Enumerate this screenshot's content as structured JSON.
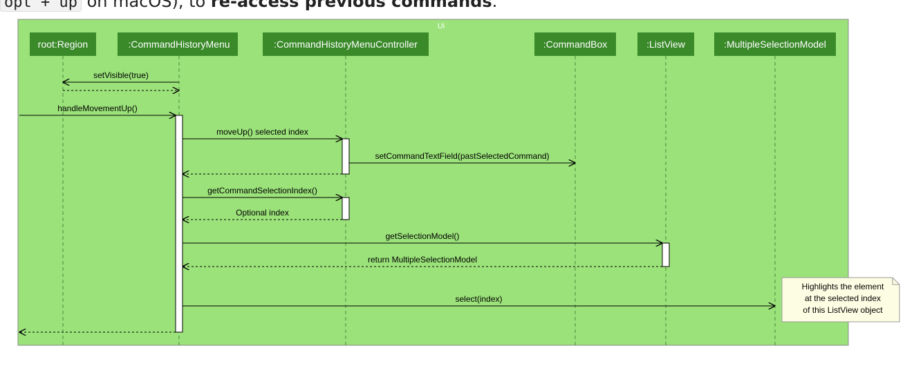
{
  "page_text": {
    "key_chip": "opt + up",
    "middle": " on macOS), to ",
    "emphasis": "re-access previous commands",
    "end": "."
  },
  "diagram": {
    "frame_title": "Ui",
    "participants": [
      {
        "id": "region",
        "label": "root:Region"
      },
      {
        "id": "menu",
        "label": ":CommandHistoryMenu"
      },
      {
        "id": "controller",
        "label": ":CommandHistoryMenuController"
      },
      {
        "id": "commandbox",
        "label": ":CommandBox"
      },
      {
        "id": "listview",
        "label": ":ListView"
      },
      {
        "id": "selmodel",
        "label": ":MultipleSelectionModel"
      }
    ],
    "messages": [
      {
        "from": "menu",
        "to": "region",
        "label": "setVisible(true)",
        "kind": "call"
      },
      {
        "from": "region",
        "to": "menu",
        "label": "",
        "kind": "return"
      },
      {
        "from": "external",
        "to": "menu",
        "label": "handleMovementUp()",
        "kind": "call"
      },
      {
        "from": "menu",
        "to": "controller",
        "label": "moveUp() selected index",
        "kind": "call"
      },
      {
        "from": "controller",
        "to": "commandbox",
        "label": "setCommandTextField(pastSelectedCommand)",
        "kind": "call"
      },
      {
        "from": "controller",
        "to": "menu",
        "label": "",
        "kind": "return"
      },
      {
        "from": "menu",
        "to": "controller",
        "label": "getCommandSelectionIndex()",
        "kind": "call"
      },
      {
        "from": "controller",
        "to": "menu",
        "label": "Optional index",
        "kind": "return"
      },
      {
        "from": "menu",
        "to": "listview",
        "label": "getSelectionModel()",
        "kind": "call"
      },
      {
        "from": "listview",
        "to": "menu",
        "label": "return MultipleSelectionModel",
        "kind": "return"
      },
      {
        "from": "menu",
        "to": "selmodel",
        "label": "select(index)",
        "kind": "call"
      },
      {
        "from": "menu",
        "to": "external",
        "label": "",
        "kind": "return"
      }
    ],
    "note": {
      "attached_to": "selmodel",
      "lines": [
        "Highlights the element",
        "at the selected index",
        "of this ListView object"
      ]
    },
    "colors": {
      "frame_fill": "#9be27a",
      "frame_border": "#8a8a8a",
      "participant_fill": "#3a8a2a",
      "participant_text": "#ffffff",
      "frame_title": "#ffffff",
      "arrow": "#000000",
      "lifeline": "#4a8a3a",
      "activation_fill": "#ffffff",
      "note_fill": "#fdfde3",
      "note_border": "#999999"
    }
  }
}
